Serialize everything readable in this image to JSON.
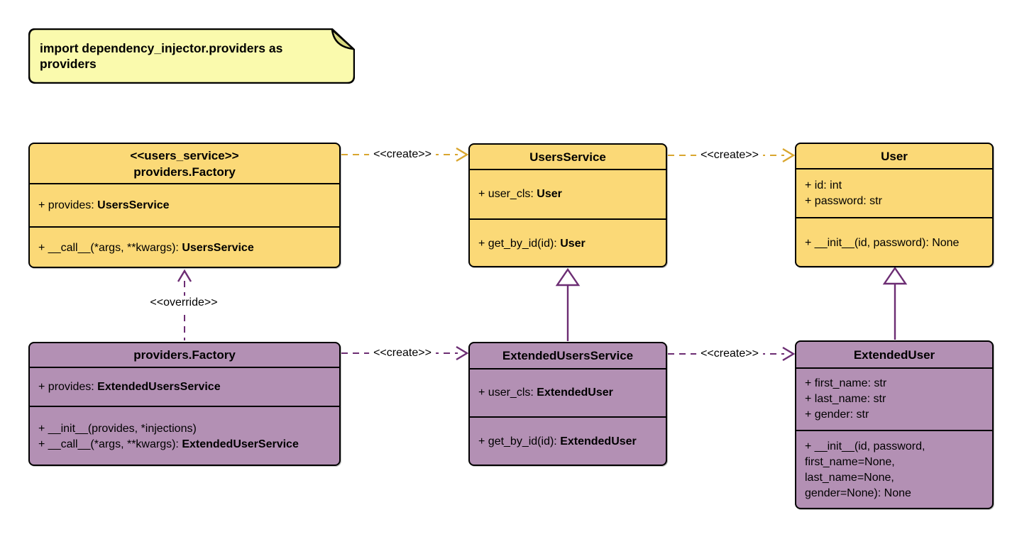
{
  "diagram": {
    "type": "uml-class-diagram",
    "note": {
      "text": "import dependency_injector.providers as providers"
    },
    "colors": {
      "class_yellow_fill": "#FBD977",
      "class_purple_fill": "#B390B4",
      "note_fill": "#FAFAAD",
      "note_fold_fill": "#D9D97E",
      "gold_arrow": "#D9A62E",
      "purple_arrow": "#6C2D73",
      "border": "#000000",
      "background": "#FFFFFF"
    },
    "classes": {
      "factory_users": {
        "stereotype": "<<users_service>>",
        "name": "providers.Factory",
        "color": "yellow",
        "attributes": [
          [
            {
              "t": "+ provides: "
            },
            {
              "t": "UsersService",
              "b": true
            }
          ]
        ],
        "methods": [
          [
            {
              "t": "+ __call__(*args, **kwargs): "
            },
            {
              "t": "UsersService",
              "b": true
            }
          ]
        ]
      },
      "users_service": {
        "stereotype": "",
        "name": "UsersService",
        "color": "yellow",
        "attributes": [
          [
            {
              "t": "+ user_cls: "
            },
            {
              "t": "User",
              "b": true
            }
          ]
        ],
        "methods": [
          [
            {
              "t": "+ get_by_id(id): "
            },
            {
              "t": "User",
              "b": true
            }
          ]
        ]
      },
      "user": {
        "stereotype": "",
        "name": "User",
        "color": "yellow",
        "attributes": [
          [
            {
              "t": "+ id: int"
            }
          ],
          [
            {
              "t": "+ password: str"
            }
          ]
        ],
        "methods": [
          [
            {
              "t": "+ __init__(id, password): None"
            }
          ]
        ]
      },
      "factory_extended": {
        "stereotype": "",
        "name": "providers.Factory",
        "color": "purple",
        "attributes": [
          [
            {
              "t": "+ provides: "
            },
            {
              "t": "ExtendedUsersService",
              "b": true
            }
          ]
        ],
        "methods": [
          [
            {
              "t": "+ __init__(provides, *injections)"
            }
          ],
          [
            {
              "t": "+ __call__(*args, **kwargs): "
            },
            {
              "t": "ExtendedUserService",
              "b": true
            }
          ]
        ]
      },
      "extended_users_service": {
        "stereotype": "",
        "name": "ExtendedUsersService",
        "color": "purple",
        "attributes": [
          [
            {
              "t": "+ user_cls: "
            },
            {
              "t": "ExtendedUser",
              "b": true
            }
          ]
        ],
        "methods": [
          [
            {
              "t": "+ get_by_id(id): "
            },
            {
              "t": "ExtendedUser",
              "b": true
            }
          ]
        ]
      },
      "extended_user": {
        "stereotype": "",
        "name": "ExtendedUser",
        "color": "purple",
        "attributes": [
          [
            {
              "t": "+ first_name: str"
            }
          ],
          [
            {
              "t": "+ last_name: str"
            }
          ],
          [
            {
              "t": "+ gender: str"
            }
          ]
        ],
        "methods": [
          [
            {
              "t": "+ __init__(id, password,"
            }
          ],
          [
            {
              "t": "first_name=None,"
            }
          ],
          [
            {
              "t": "last_name=None,"
            }
          ],
          [
            {
              "t": "gender=None): None"
            }
          ]
        ]
      }
    },
    "edges": [
      {
        "id": "create-1",
        "from": "factory_users",
        "to": "users_service",
        "label": "<<create>>",
        "line": "dashed",
        "color": "gold",
        "head": "open-arrow"
      },
      {
        "id": "create-2",
        "from": "users_service",
        "to": "user",
        "label": "<<create>>",
        "line": "dashed",
        "color": "gold",
        "head": "open-arrow"
      },
      {
        "id": "create-3",
        "from": "factory_extended",
        "to": "extended_users_service",
        "label": "<<create>>",
        "line": "dashed",
        "color": "purple",
        "head": "open-arrow"
      },
      {
        "id": "create-4",
        "from": "extended_users_service",
        "to": "extended_user",
        "label": "<<create>>",
        "line": "dashed",
        "color": "purple",
        "head": "open-arrow"
      },
      {
        "id": "override",
        "from": "factory_extended",
        "to": "factory_users",
        "label": "<<override>>",
        "line": "dashed",
        "color": "purple",
        "head": "open-arrow"
      },
      {
        "id": "extends-1",
        "from": "extended_users_service",
        "to": "users_service",
        "label": "",
        "line": "solid",
        "color": "purple",
        "head": "hollow-triangle"
      },
      {
        "id": "extends-2",
        "from": "extended_user",
        "to": "user",
        "label": "",
        "line": "solid",
        "color": "purple",
        "head": "hollow-triangle"
      }
    ]
  }
}
